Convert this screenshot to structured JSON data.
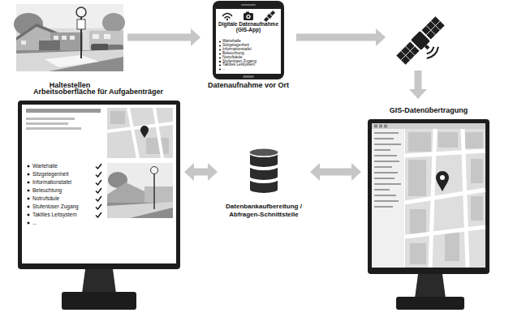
{
  "diagram": {
    "nodes": [
      {
        "text": [
          "Haltestellen"
        ]
      },
      {
        "text": [
          "Digitale Datenaufnahme (GIS-App)",
          "Wartehalle",
          "Sitzgelegenheit",
          "Informationstafel",
          "Beleuchtung",
          "Notrufsäule",
          "Stufenloser Zugang",
          "Taktiles Leitsystem",
          "...",
          "Datenaufnahme vor Ort"
        ]
      },
      {
        "text": []
      },
      {
        "text": [
          "GIS-Datenübertragung"
        ]
      },
      {
        "text": [
          "Datenbankaufbereitung / Abfragen-Schnittstelle"
        ]
      },
      {
        "text": [
          "Arbeitsoberfläche für Aufgabenträger",
          "Wartehalle",
          "Sitzgelegenheit",
          "Informationstafel",
          "Beleuchtung",
          "Notrufsäule",
          "Stufenloser Zugang",
          "Taktiles Leitsystem",
          "..."
        ]
      }
    ],
    "edges": [
      {
        "from": 0,
        "to": 1,
        "arrow": "to"
      },
      {
        "from": 1,
        "to": 2,
        "arrow": "to"
      },
      {
        "from": 2,
        "to": 3,
        "arrow": "to"
      },
      {
        "from": 3,
        "to": 4,
        "arrow": "both"
      },
      {
        "from": 4,
        "to": 5,
        "arrow": "both"
      }
    ]
  }
}
